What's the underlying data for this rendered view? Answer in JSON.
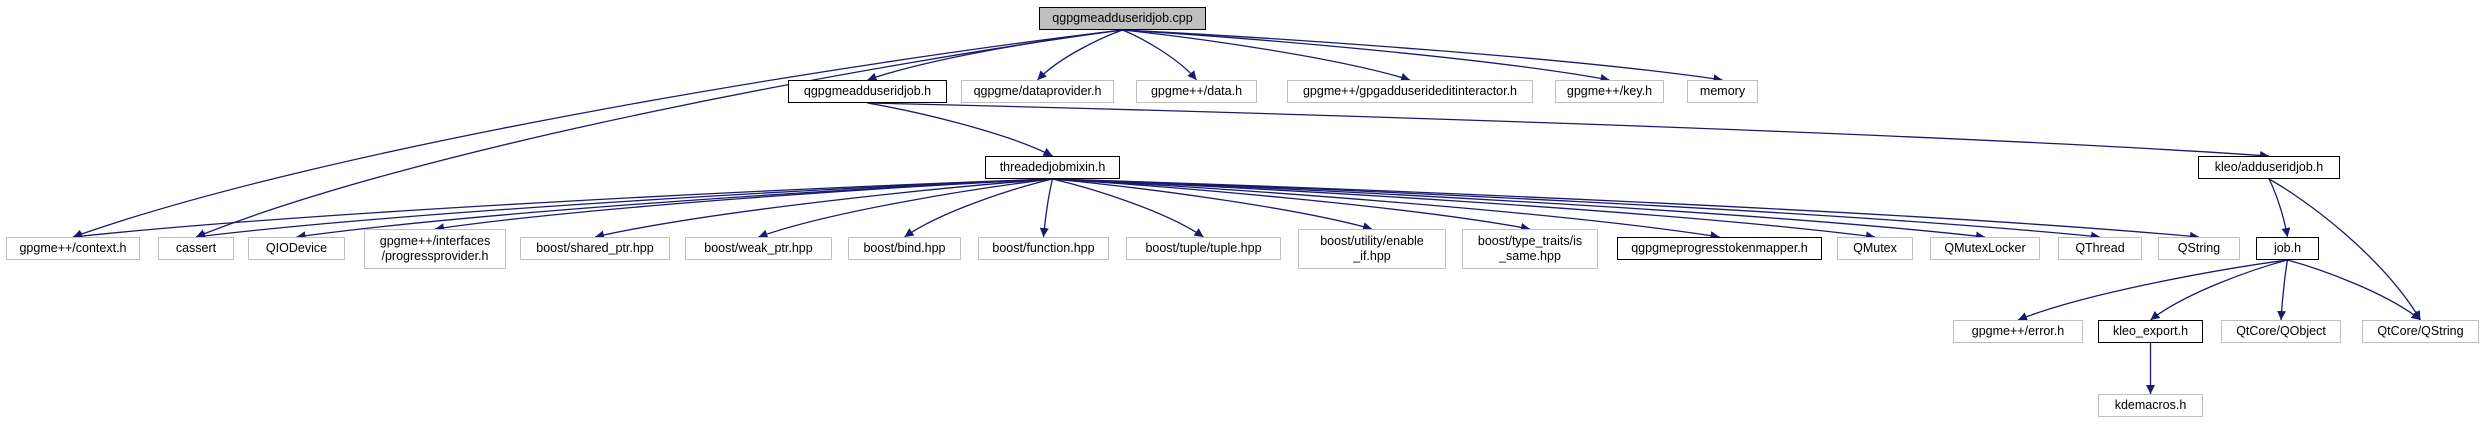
{
  "edge_color": "#191970",
  "nodes": [
    {
      "id": "root",
      "label": "qgpgmeadduseridjob.cpp",
      "kind": "root"
    },
    {
      "id": "h",
      "label": "qgpgmeadduseridjob.h",
      "kind": "local"
    },
    {
      "id": "dataprovider",
      "label": "qgpgme/dataprovider.h",
      "kind": "external"
    },
    {
      "id": "data",
      "label": "gpgme++/data.h",
      "kind": "external"
    },
    {
      "id": "gpgadd",
      "label": "gpgme++/gpgadduserideditinteractor.h",
      "kind": "external"
    },
    {
      "id": "key",
      "label": "gpgme++/key.h",
      "kind": "external"
    },
    {
      "id": "memory",
      "label": "memory",
      "kind": "external"
    },
    {
      "id": "tdm",
      "label": "threadedjobmixin.h",
      "kind": "local"
    },
    {
      "id": "kleoadd",
      "label": "kleo/adduseridjob.h",
      "kind": "local"
    },
    {
      "id": "context",
      "label": "gpgme++/context.h",
      "kind": "external"
    },
    {
      "id": "cassert",
      "label": "cassert",
      "kind": "external"
    },
    {
      "id": "qiodevice",
      "label": "QIODevice",
      "kind": "external"
    },
    {
      "id": "progressprov",
      "label": "gpgme++/interfaces\n/progressprovider.h",
      "kind": "external"
    },
    {
      "id": "shared",
      "label": "boost/shared_ptr.hpp",
      "kind": "external"
    },
    {
      "id": "weak",
      "label": "boost/weak_ptr.hpp",
      "kind": "external"
    },
    {
      "id": "bind",
      "label": "boost/bind.hpp",
      "kind": "external"
    },
    {
      "id": "function",
      "label": "boost/function.hpp",
      "kind": "external"
    },
    {
      "id": "tuple",
      "label": "boost/tuple/tuple.hpp",
      "kind": "external"
    },
    {
      "id": "enableif",
      "label": "boost/utility/enable\n_if.hpp",
      "kind": "external"
    },
    {
      "id": "issame",
      "label": "boost/type_traits/is\n_same.hpp",
      "kind": "external"
    },
    {
      "id": "ptm",
      "label": "qgpgmeprogresstokenmapper.h",
      "kind": "local"
    },
    {
      "id": "qmutex",
      "label": "QMutex",
      "kind": "external"
    },
    {
      "id": "qmutexlocker",
      "label": "QMutexLocker",
      "kind": "external"
    },
    {
      "id": "qthread",
      "label": "QThread",
      "kind": "external"
    },
    {
      "id": "qstring",
      "label": "QString",
      "kind": "external"
    },
    {
      "id": "jobh",
      "label": "job.h",
      "kind": "local"
    },
    {
      "id": "error",
      "label": "gpgme++/error.h",
      "kind": "external"
    },
    {
      "id": "kleoexport",
      "label": "kleo_export.h",
      "kind": "local"
    },
    {
      "id": "qobject",
      "label": "QtCore/QObject",
      "kind": "external"
    },
    {
      "id": "qtqstring",
      "label": "QtCore/QString",
      "kind": "external"
    },
    {
      "id": "kdemacros",
      "label": "kdemacros.h",
      "kind": "external"
    }
  ],
  "edges": [
    [
      "root",
      "context"
    ],
    [
      "root",
      "cassert"
    ],
    [
      "root",
      "h"
    ],
    [
      "root",
      "dataprovider"
    ],
    [
      "root",
      "data"
    ],
    [
      "root",
      "gpgadd"
    ],
    [
      "root",
      "key"
    ],
    [
      "root",
      "memory"
    ],
    [
      "h",
      "tdm"
    ],
    [
      "h",
      "kleoadd"
    ],
    [
      "tdm",
      "context"
    ],
    [
      "tdm",
      "cassert"
    ],
    [
      "tdm",
      "qiodevice"
    ],
    [
      "tdm",
      "progressprov"
    ],
    [
      "tdm",
      "shared"
    ],
    [
      "tdm",
      "weak"
    ],
    [
      "tdm",
      "bind"
    ],
    [
      "tdm",
      "function"
    ],
    [
      "tdm",
      "tuple"
    ],
    [
      "tdm",
      "enableif"
    ],
    [
      "tdm",
      "issame"
    ],
    [
      "tdm",
      "ptm"
    ],
    [
      "tdm",
      "qmutex"
    ],
    [
      "tdm",
      "qmutexlocker"
    ],
    [
      "tdm",
      "qthread"
    ],
    [
      "tdm",
      "qstring"
    ],
    [
      "kleoadd",
      "jobh"
    ],
    [
      "kleoadd",
      "qtqstring"
    ],
    [
      "jobh",
      "error"
    ],
    [
      "jobh",
      "kleoexport"
    ],
    [
      "jobh",
      "qobject"
    ],
    [
      "jobh",
      "qtqstring"
    ],
    [
      "kleoexport",
      "kdemacros"
    ]
  ]
}
